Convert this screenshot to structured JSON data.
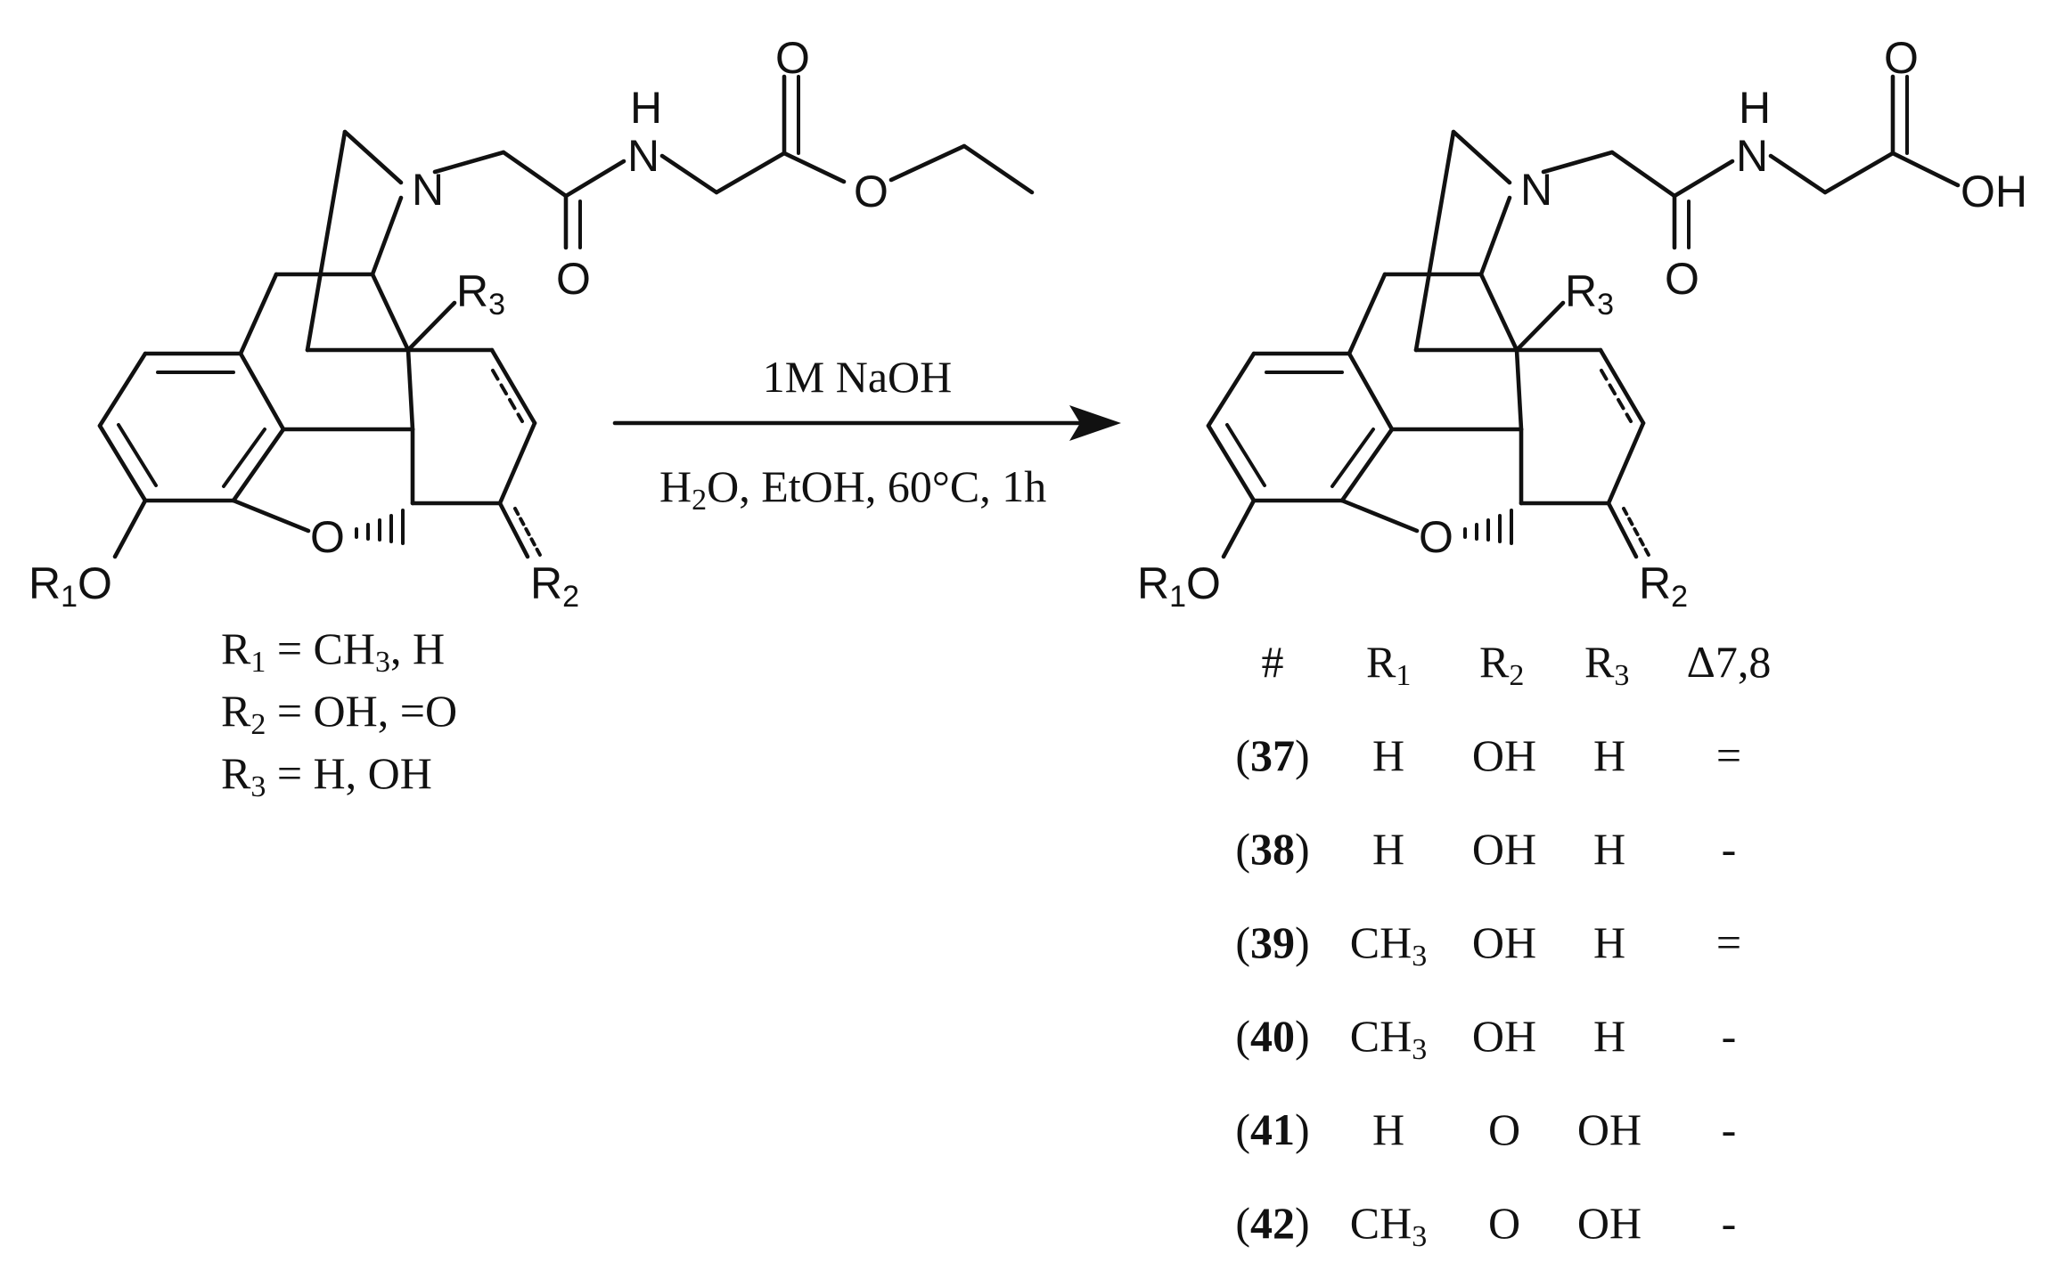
{
  "atoms": {
    "N": "N",
    "H": "H",
    "O": "O",
    "OH": "OH",
    "R": "R",
    "n1": "1",
    "n2": "2",
    "n3": "3"
  },
  "reaction": {
    "reagent": "1M NaOH",
    "conditions_a": "H",
    "conditions_sub": "2",
    "conditions_b": "O, EtOH, 60°C, 1h"
  },
  "definitions": [
    {
      "lead": "R",
      "num": "1",
      "rest": " = CH",
      "sub": "3",
      "tail": ", H"
    },
    {
      "lead": "R",
      "num": "2",
      "rest": " = OH, =O",
      "sub": "",
      "tail": ""
    },
    {
      "lead": "R",
      "num": "3",
      "rest": " = H, OH",
      "sub": "",
      "tail": ""
    }
  ],
  "table": {
    "headers": {
      "hash": "#",
      "r": "R",
      "r1_num": "1",
      "r2_num": "2",
      "r3_num": "3",
      "delta": "Δ7,8"
    },
    "rows": [
      {
        "open": "(",
        "id": "37",
        "close": ")",
        "r1": "H",
        "r1_sub": "",
        "r2": "OH",
        "r3": "H",
        "delta": "="
      },
      {
        "open": "(",
        "id": "38",
        "close": ")",
        "r1": "H",
        "r1_sub": "",
        "r2": "OH",
        "r3": "H",
        "delta": "-"
      },
      {
        "open": "(",
        "id": "39",
        "close": ")",
        "r1": "CH",
        "r1_sub": "3",
        "r2": "OH",
        "r3": "H",
        "delta": "="
      },
      {
        "open": "(",
        "id": "40",
        "close": ")",
        "r1": "CH",
        "r1_sub": "3",
        "r2": "OH",
        "r3": "H",
        "delta": "-"
      },
      {
        "open": "(",
        "id": "41",
        "close": ")",
        "r1": "H",
        "r1_sub": "",
        "r2": "O",
        "r3": "OH",
        "delta": "-"
      },
      {
        "open": "(",
        "id": "42",
        "close": ")",
        "r1": "CH",
        "r1_sub": "3",
        "r2": "O",
        "r3": "OH",
        "delta": "-"
      }
    ]
  }
}
